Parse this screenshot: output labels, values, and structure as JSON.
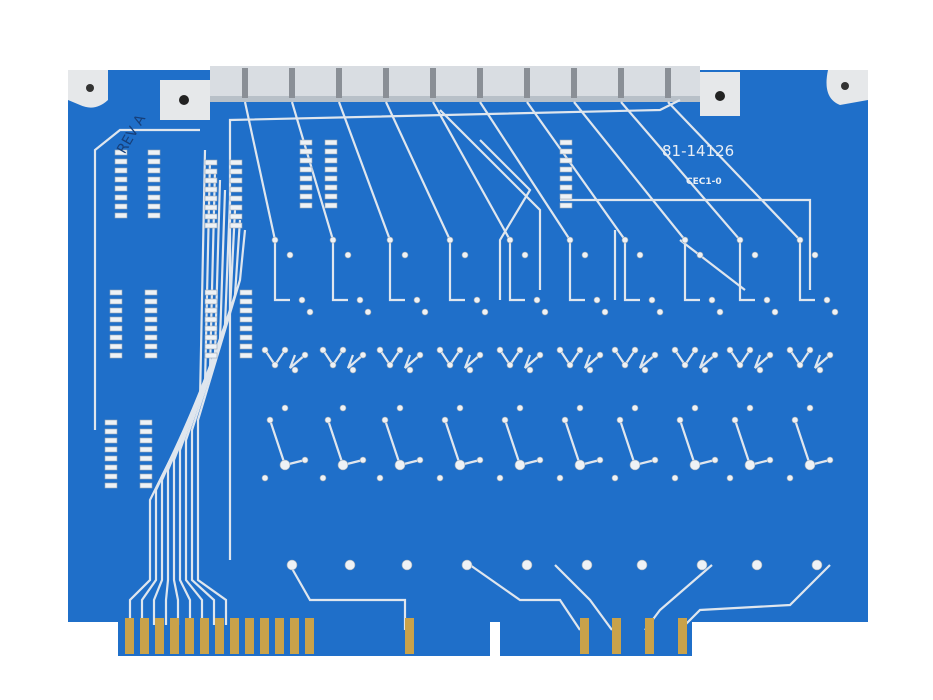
{
  "board": {
    "part_number": "81-14126",
    "code": "CEC1-0",
    "revision": "REV A"
  },
  "colors": {
    "solder_mask": "#1f6fc9",
    "trace": "#dfe6ee",
    "gold_finger": "#c9a24a",
    "background": "#ffffff"
  }
}
